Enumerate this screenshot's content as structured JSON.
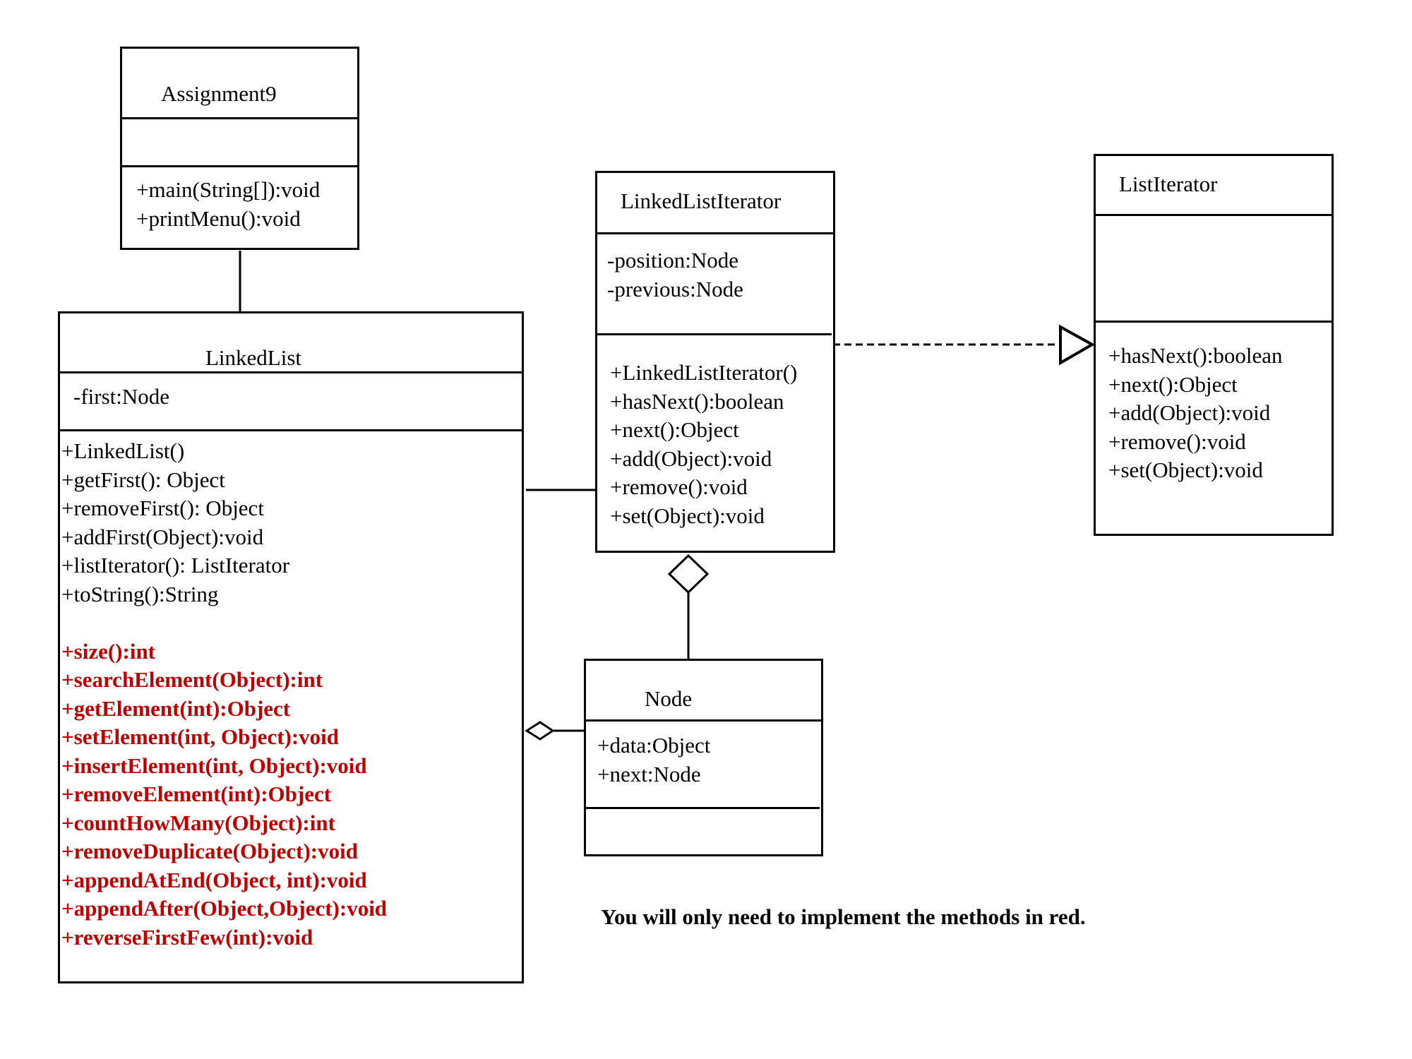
{
  "classes": {
    "assignment9": {
      "name": "Assignment9",
      "attributes": [],
      "methods": [
        "+main(String[]):void",
        "+printMenu():void"
      ]
    },
    "linked_list": {
      "name": "LinkedList",
      "attributes": [
        "-first:Node"
      ],
      "methods": [
        "+LinkedList()",
        "+getFirst(): Object",
        "+removeFirst(): Object",
        "+addFirst(Object):void",
        "+listIterator(): ListIterator",
        "+toString():String"
      ],
      "methods_in_red": [
        "+size():int",
        "+searchElement(Object):int",
        "+getElement(int):Object",
        "+setElement(int, Object):void",
        "+insertElement(int, Object):void",
        "+removeElement(int):Object",
        "+countHowMany(Object):int",
        "+removeDuplicate(Object):void",
        "+appendAtEnd(Object, int):void",
        "+appendAfter(Object,Object):void",
        "+reverseFirstFew(int):void"
      ]
    },
    "linked_list_iterator": {
      "name": "LinkedListIterator",
      "attributes": [
        "-position:Node",
        "-previous:Node"
      ],
      "methods": [
        "+LinkedListIterator()",
        "+hasNext():boolean",
        "+next():Object",
        "+add(Object):void",
        "+remove():void",
        "+set(Object):void"
      ]
    },
    "list_iterator": {
      "name": "ListIterator",
      "attributes": [],
      "methods": [
        "+hasNext():boolean",
        "+next():Object",
        "+add(Object):void",
        "+remove():void",
        "+set(Object):void"
      ]
    },
    "node": {
      "name": "Node",
      "attributes": [
        "+data:Object",
        "+next:Node"
      ],
      "methods": []
    }
  },
  "note": "You will only need to implement the methods in red.",
  "colors": {
    "line": "#000000",
    "red_methods": "#c00000",
    "background": "#ffffff"
  }
}
